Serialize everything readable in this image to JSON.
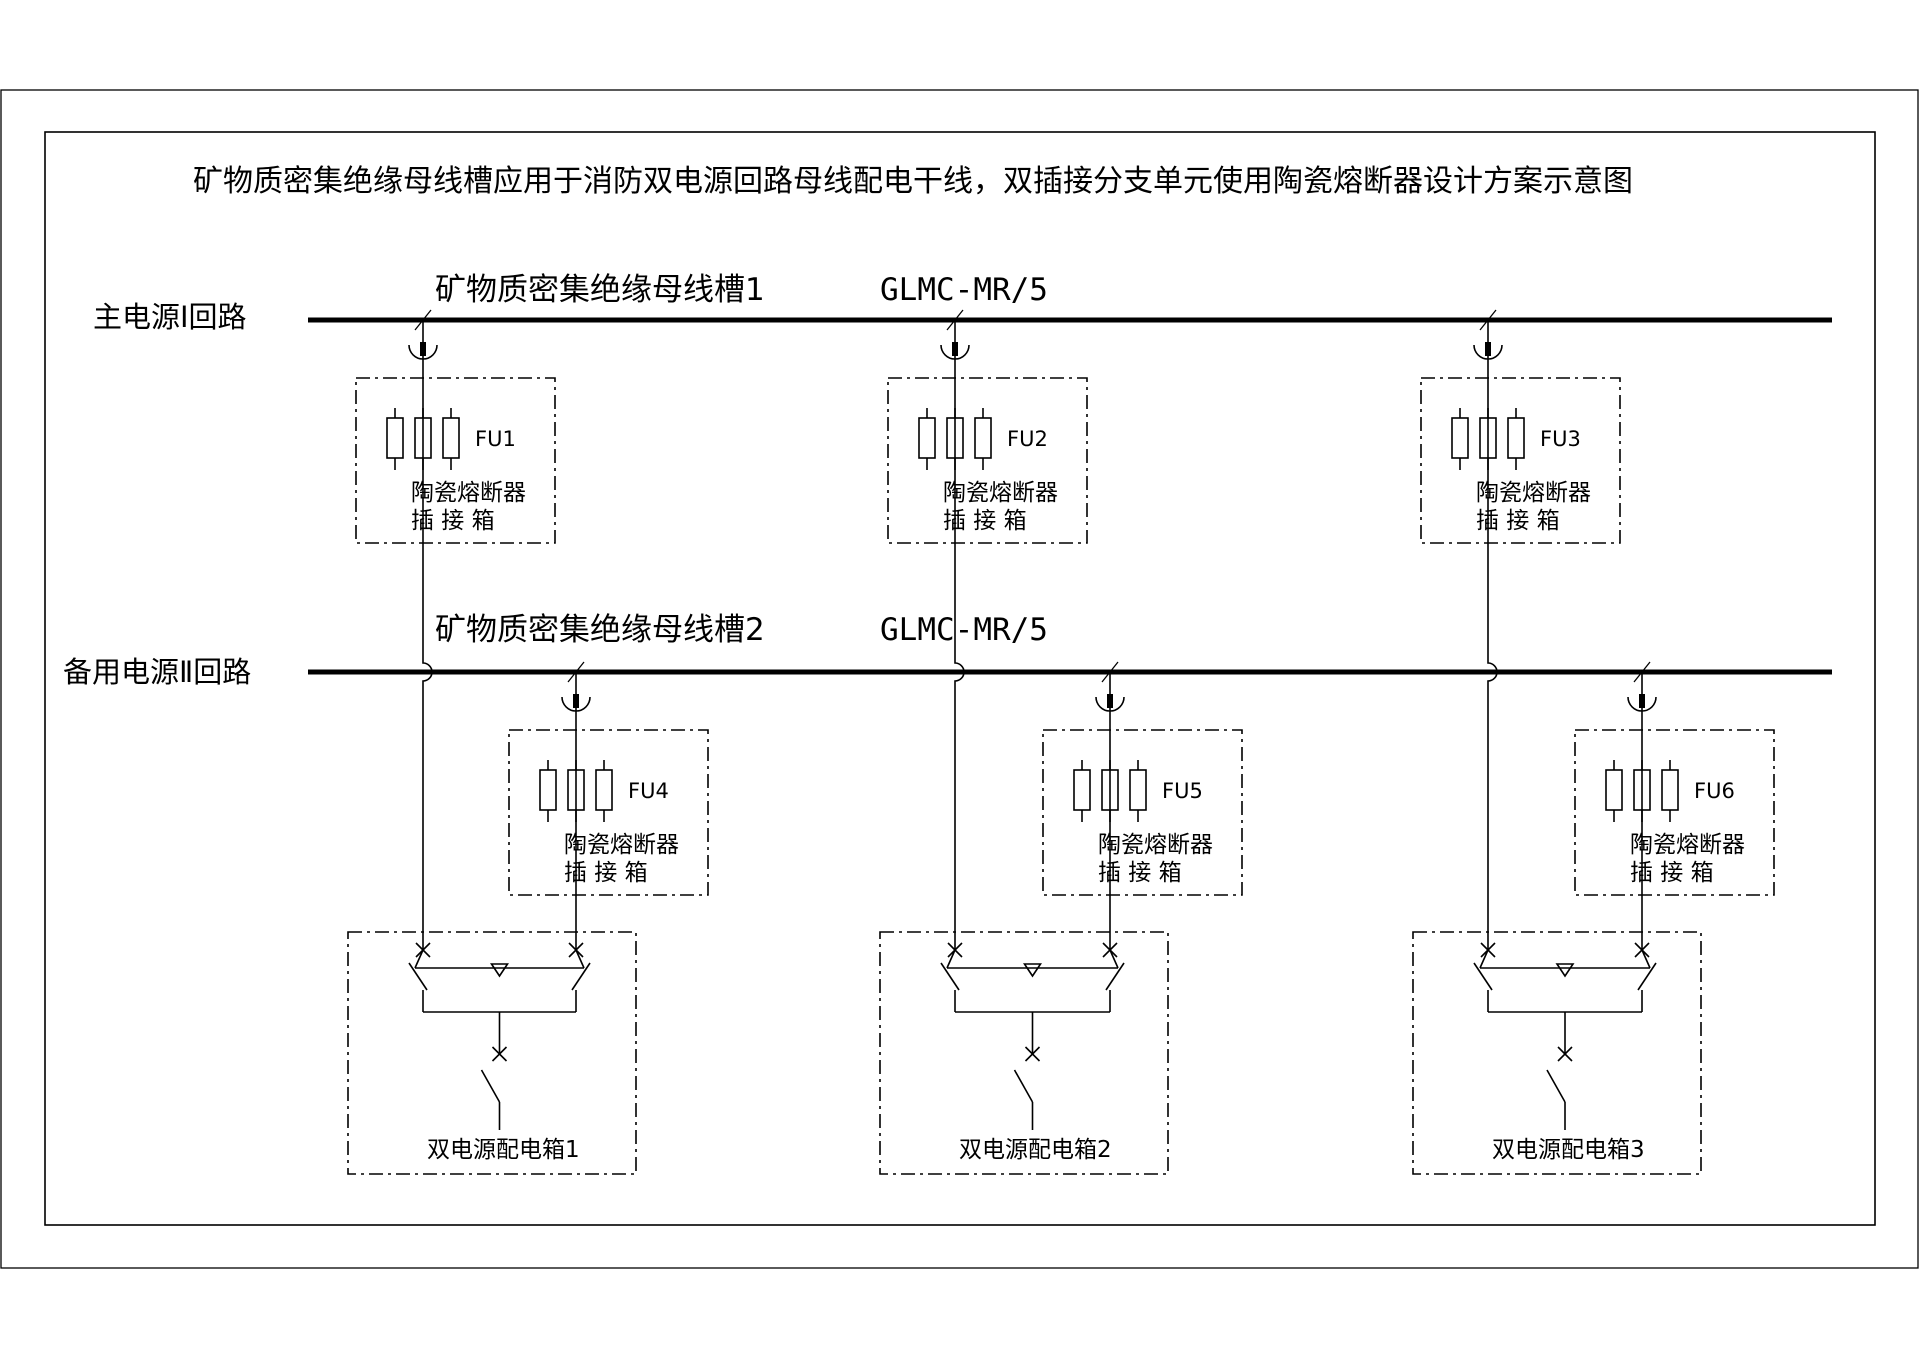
{
  "title": "矿物质密集绝缘母线槽应用于消防双电源回路母线配电干线，双插接分支单元使用陶瓷熔断器设计方案示意图",
  "buses": [
    {
      "circuit_label": "主电源Ⅰ回路",
      "busway_label": "矿物质密集绝缘母线槽1",
      "model": "GLMC-MR/5"
    },
    {
      "circuit_label": "备用电源Ⅱ回路",
      "busway_label": "矿物质密集绝缘母线槽2",
      "model": "GLMC-MR/5"
    }
  ],
  "plug_boxes": [
    {
      "fuse_label": "FU1",
      "name_line1": "陶瓷熔断器",
      "name_line2": "插 接 箱"
    },
    {
      "fuse_label": "FU2",
      "name_line1": "陶瓷熔断器",
      "name_line2": "插 接 箱"
    },
    {
      "fuse_label": "FU3",
      "name_line1": "陶瓷熔断器",
      "name_line2": "插 接 箱"
    },
    {
      "fuse_label": "FU4",
      "name_line1": "陶瓷熔断器",
      "name_line2": "插 接 箱"
    },
    {
      "fuse_label": "FU5",
      "name_line1": "陶瓷熔断器",
      "name_line2": "插 接 箱"
    },
    {
      "fuse_label": "FU6",
      "name_line1": "陶瓷熔断器",
      "name_line2": "插 接 箱"
    }
  ],
  "distribution_boxes": [
    {
      "label": "双电源配电箱1"
    },
    {
      "label": "双电源配电箱2"
    },
    {
      "label": "双电源配电箱3"
    }
  ]
}
